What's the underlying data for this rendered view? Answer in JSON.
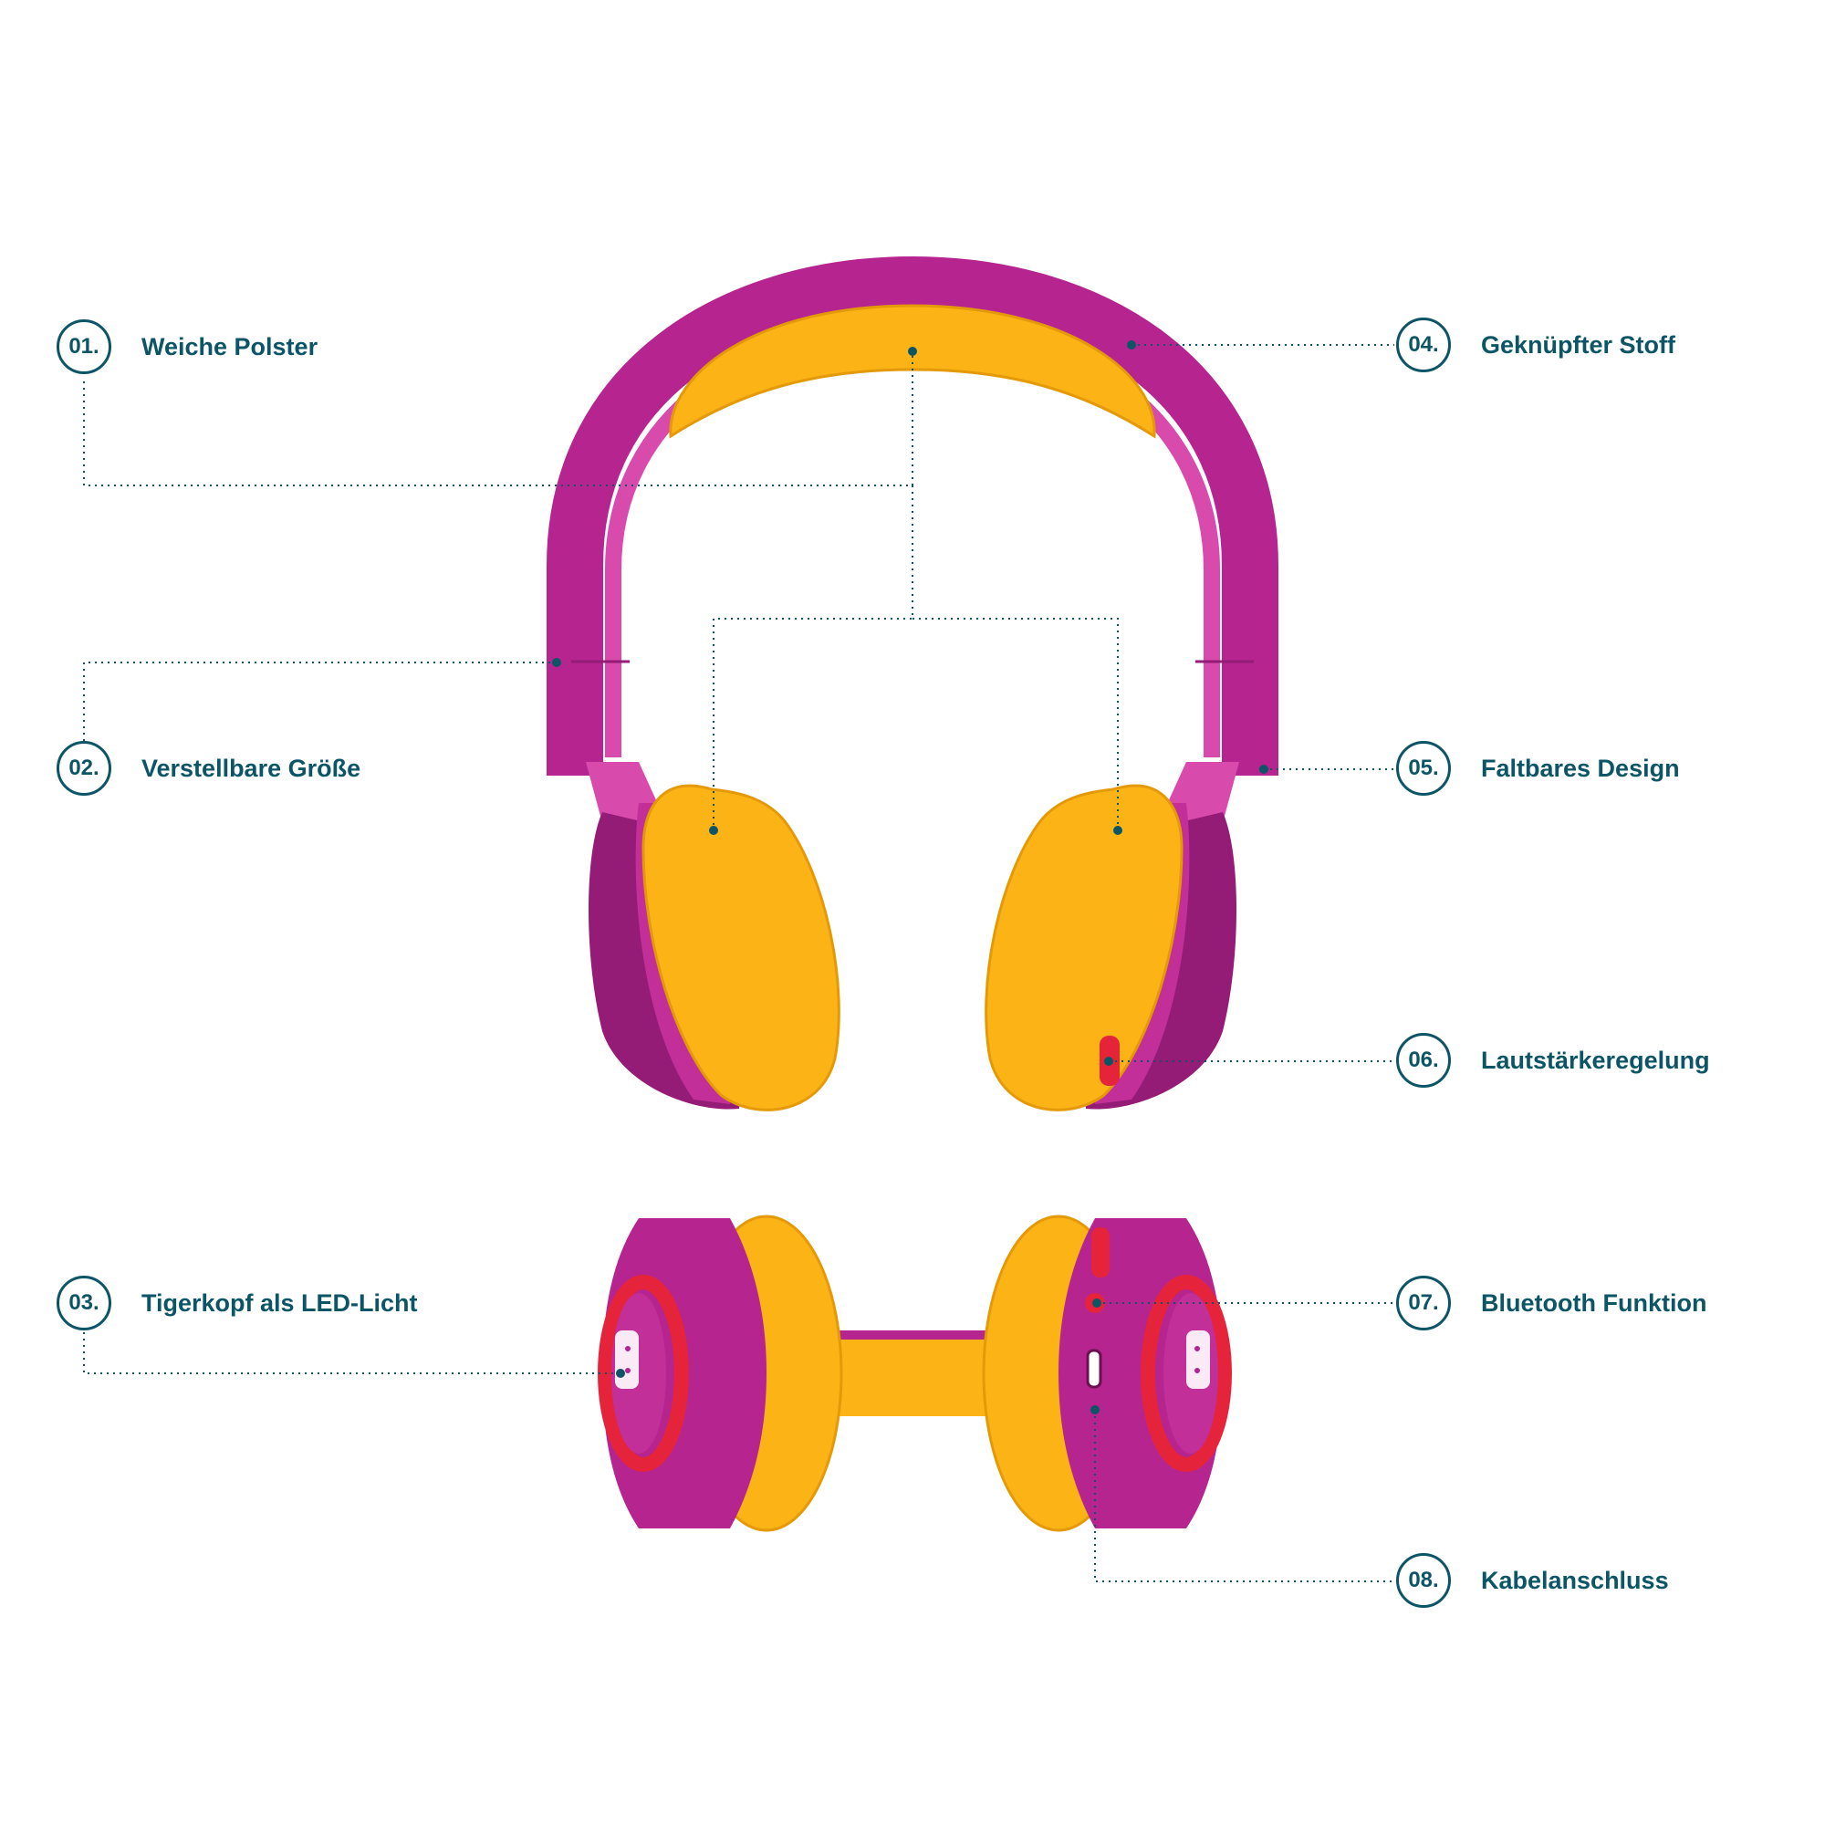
{
  "colors": {
    "accent": "#0c5566",
    "magenta": "#b5248f",
    "magenta_dark": "#941b76",
    "pink_light": "#d94aad",
    "yellow": "#fbb316",
    "yellow_dark": "#e49a08",
    "red": "#e5243b"
  },
  "features": [
    {
      "number": "01.",
      "label": "Weiche Polster"
    },
    {
      "number": "02.",
      "label": "Verstellbare Größe"
    },
    {
      "number": "03.",
      "label": "Tigerkopf als LED-Licht"
    },
    {
      "number": "04.",
      "label": "Geknüpfter Stoff"
    },
    {
      "number": "05.",
      "label": "Faltbares Design"
    },
    {
      "number": "06.",
      "label": "Lautstärkeregelung"
    },
    {
      "number": "07.",
      "label": "Bluetooth Funktion"
    },
    {
      "number": "08.",
      "label": "Kabelanschluss"
    }
  ],
  "illustration": {
    "front_view": "headphones-front-view",
    "side_view": "headphones-folded-side-view",
    "led_icon": "tiger-head-icon"
  }
}
